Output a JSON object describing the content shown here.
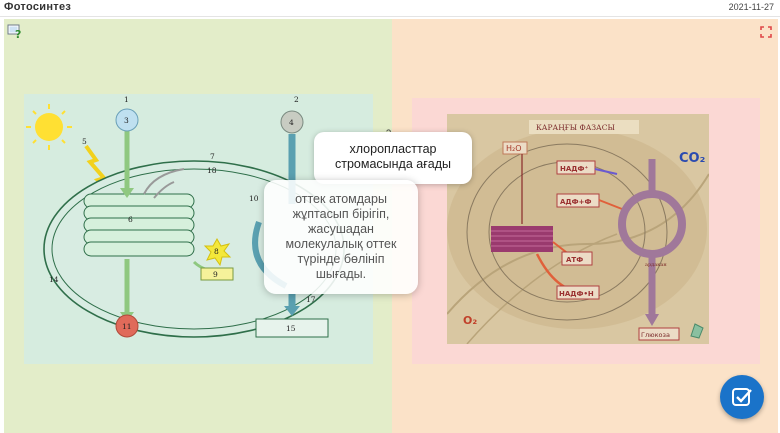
{
  "header": {
    "title": "Фотосинтез",
    "date": "2021-11-27"
  },
  "icons": {
    "help": "help-question-icon",
    "fullscreen": "fullscreen-icon",
    "check": "check-icon"
  },
  "diagram_left": {
    "labels": [
      "1",
      "2",
      "3",
      "4",
      "5",
      "6",
      "7",
      "8",
      "9",
      "10",
      "11",
      "14",
      "15",
      "17",
      "18"
    ]
  },
  "diagram_right": {
    "labels": {
      "h2o": "H₂O",
      "dark_phase": "КАРАҢҒЫ ФАЗАСЫ",
      "nadp_plus": "НАДФ⁺",
      "adf": "АДФ+Ф",
      "atf": "АТФ",
      "nadph": "НАДФ•Н",
      "co2": "CO₂",
      "o2": "O₂",
      "glucose": "Глюкоза",
      "cycle_small": "ардакан"
    }
  },
  "tooltip": {
    "marker": "?",
    "text": "хлоропласттар стромасында ағады"
  },
  "popup": {
    "text": "оттек атомдары жұптасып бірігіп, жасушадан молекулалық оттек түрінде бөлініп шығады."
  },
  "colors": {
    "left_bg": "#e3edc9",
    "right_bg": "#fbe2c8",
    "accent": "#1a73c9"
  }
}
